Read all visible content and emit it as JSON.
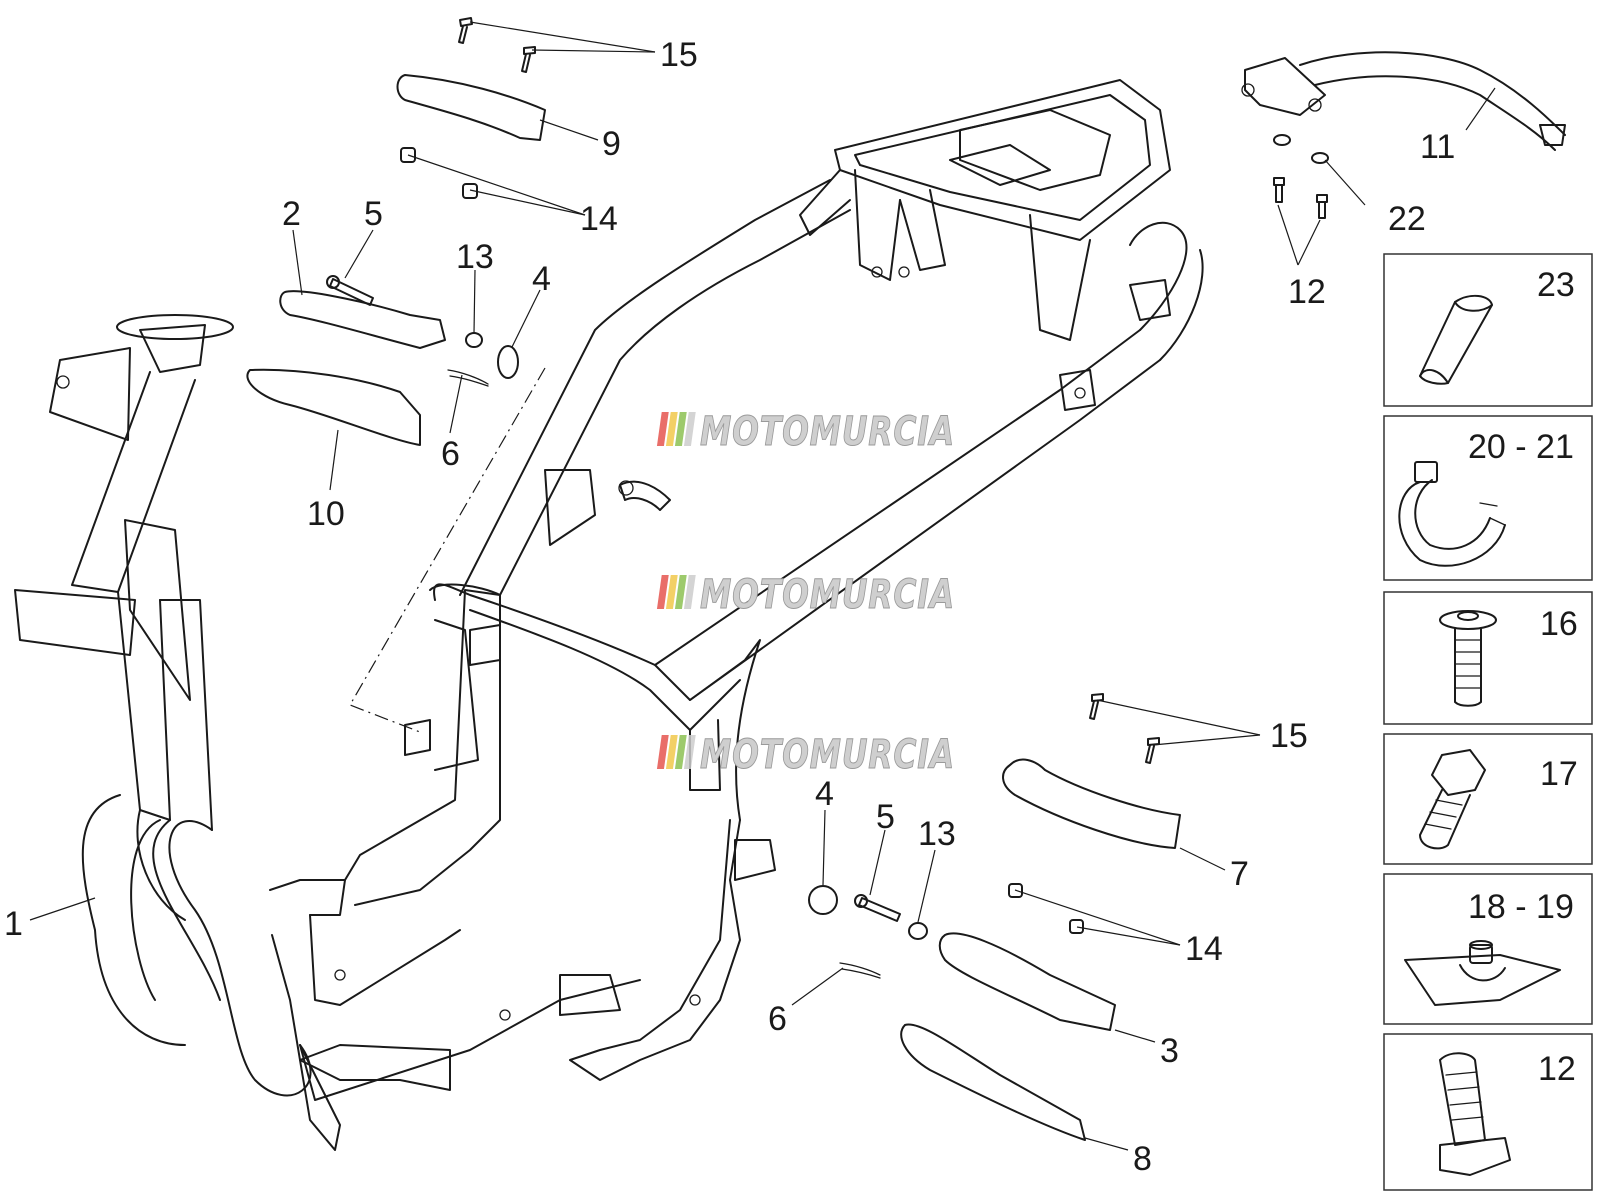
{
  "diagram": {
    "callouts": [
      {
        "id": "c15a",
        "text": "15"
      },
      {
        "id": "c9",
        "text": "9"
      },
      {
        "id": "c14a",
        "text": "14"
      },
      {
        "id": "c2",
        "text": "2"
      },
      {
        "id": "c5a",
        "text": "5"
      },
      {
        "id": "c13a",
        "text": "13"
      },
      {
        "id": "c4a",
        "text": "4"
      },
      {
        "id": "c6a",
        "text": "6"
      },
      {
        "id": "c10",
        "text": "10"
      },
      {
        "id": "c11",
        "text": "11"
      },
      {
        "id": "c22",
        "text": "22"
      },
      {
        "id": "c12a",
        "text": "12"
      },
      {
        "id": "c1",
        "text": "1"
      },
      {
        "id": "c15b",
        "text": "15"
      },
      {
        "id": "c4b",
        "text": "4"
      },
      {
        "id": "c5b",
        "text": "5"
      },
      {
        "id": "c13b",
        "text": "13"
      },
      {
        "id": "c7",
        "text": "7"
      },
      {
        "id": "c14b",
        "text": "14"
      },
      {
        "id": "c6b",
        "text": "6"
      },
      {
        "id": "c3",
        "text": "3"
      },
      {
        "id": "c8",
        "text": "8"
      }
    ],
    "side_boxes": [
      {
        "id": "b23",
        "text": "23",
        "icon": "sleeve-icon"
      },
      {
        "id": "b2021",
        "text": "20 - 21",
        "icon": "cable-tie-icon"
      },
      {
        "id": "b16",
        "text": "16",
        "icon": "flange-screw-icon"
      },
      {
        "id": "b17",
        "text": "17",
        "icon": "hex-bolt-icon"
      },
      {
        "id": "b1819",
        "text": "18 - 19",
        "icon": "clip-nut-icon"
      },
      {
        "id": "b12",
        "text": "12",
        "icon": "hex-flange-bolt-icon"
      }
    ],
    "watermark": "MOTOMURCIA",
    "watermark_colors": [
      "#e5554f",
      "#f1c84b",
      "#8cc152",
      "#cccccc"
    ]
  }
}
